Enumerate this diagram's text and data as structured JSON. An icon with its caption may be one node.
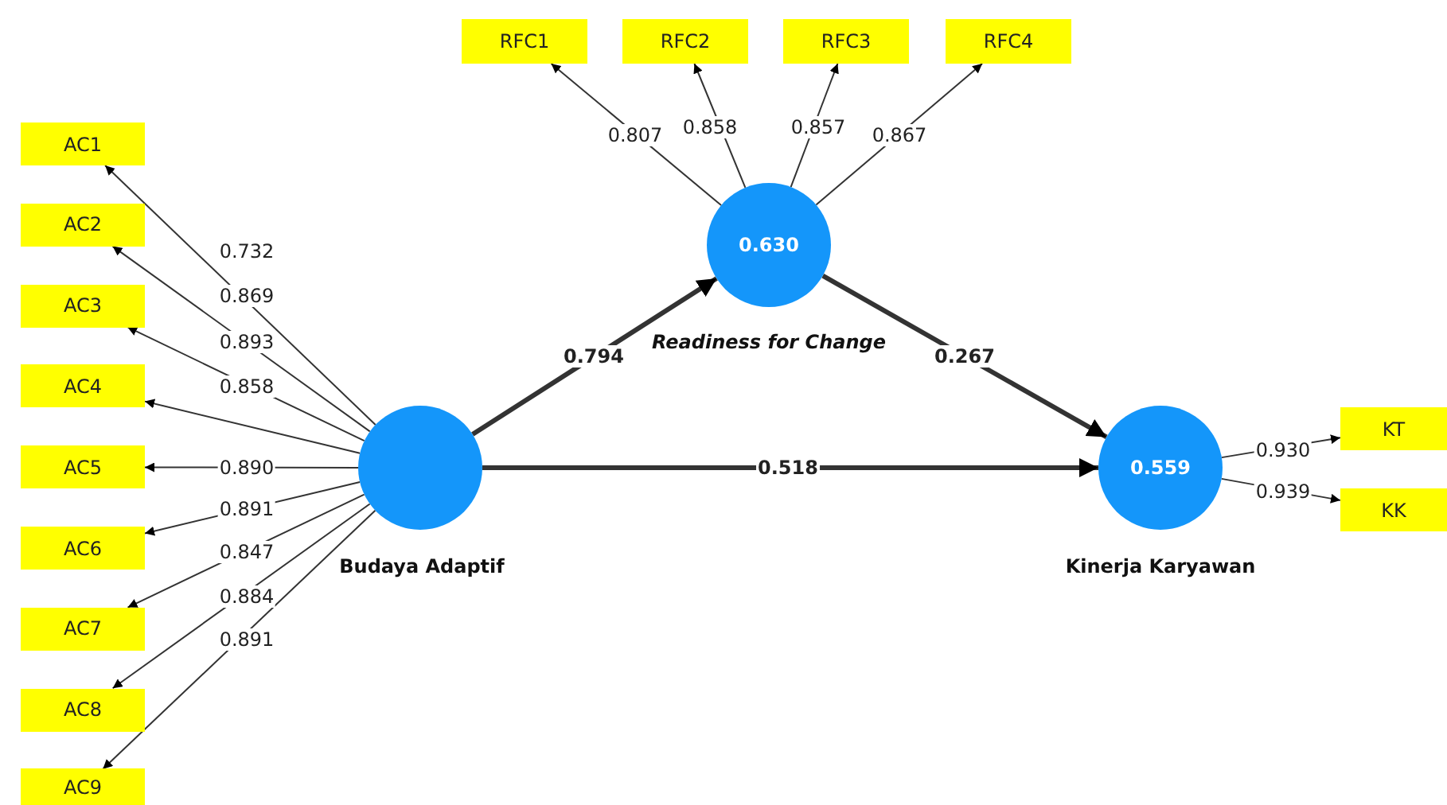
{
  "diagram": {
    "nodes": [
      {
        "text": [
          "RFC1"
        ]
      },
      {
        "text": [
          "RFC2"
        ]
      },
      {
        "text": [
          "RFC3"
        ]
      },
      {
        "text": [
          "RFC4"
        ]
      },
      {
        "text": [
          "AC1"
        ]
      },
      {
        "text": [
          "AC2"
        ]
      },
      {
        "text": [
          "AC3"
        ]
      },
      {
        "text": [
          "AC4"
        ]
      },
      {
        "text": [
          "AC5"
        ]
      },
      {
        "text": [
          "AC6"
        ]
      },
      {
        "text": [
          "AC7"
        ]
      },
      {
        "text": [
          "AC8"
        ]
      },
      {
        "text": [
          "AC9"
        ]
      },
      {
        "text": [
          "0.630"
        ],
        "beside": [
          "Readiness for Change"
        ]
      },
      {
        "text": [],
        "shape": "circle",
        "beside": [
          "Budaya Adaptif"
        ]
      },
      {
        "text": [
          "0.559"
        ],
        "beside": [
          "Kinerja Karyawan"
        ]
      },
      {
        "text": [
          "KT"
        ]
      },
      {
        "text": [
          "KK"
        ]
      }
    ],
    "edges": [
      {
        "from": 13,
        "to": 0,
        "arrow": "to",
        "label": "0.807"
      },
      {
        "from": 13,
        "to": 1,
        "arrow": "to",
        "label": "0.858"
      },
      {
        "from": 13,
        "to": 2,
        "arrow": "to",
        "label": "0.857"
      },
      {
        "from": 13,
        "to": 3,
        "arrow": "to",
        "label": "0.867"
      },
      {
        "from": 14,
        "to": 4,
        "arrow": "to",
        "label": "0.732"
      },
      {
        "from": 14,
        "to": 5,
        "arrow": "to",
        "label": "0.869"
      },
      {
        "from": 14,
        "to": 6,
        "arrow": "to",
        "label": "0.893"
      },
      {
        "from": 14,
        "to": 7,
        "arrow": "to",
        "label": "0.858"
      },
      {
        "from": 14,
        "to": 8,
        "arrow": "to",
        "label": "0.890"
      },
      {
        "from": 14,
        "to": 9,
        "arrow": "to",
        "label": "0.891"
      },
      {
        "from": 14,
        "to": 10,
        "arrow": "to",
        "label": "0.847"
      },
      {
        "from": 14,
        "to": 11,
        "arrow": "to",
        "label": "0.884"
      },
      {
        "from": 14,
        "to": 12,
        "arrow": "to",
        "label": "0.891"
      },
      {
        "from": 14,
        "to": 13,
        "arrow": "to",
        "label": "0.794",
        "style": "thick"
      },
      {
        "from": 13,
        "to": 15,
        "arrow": "to",
        "label": "0.267",
        "style": "thick"
      },
      {
        "from": 14,
        "to": 15,
        "arrow": "to",
        "label": "0.518",
        "style": "thick"
      },
      {
        "from": 15,
        "to": 16,
        "arrow": "to",
        "label": "0.930"
      },
      {
        "from": 15,
        "to": 17,
        "arrow": "to",
        "label": "0.939"
      }
    ]
  }
}
